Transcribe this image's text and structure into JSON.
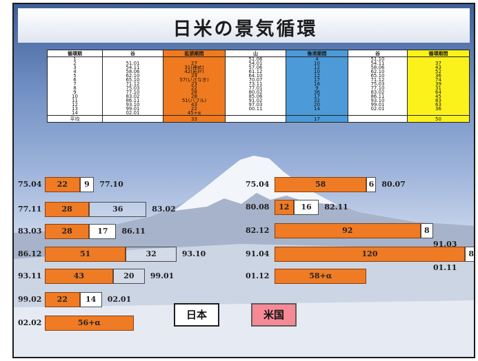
{
  "title": "日米の景気循環",
  "table": {
    "headers": [
      "循環期",
      "谷",
      "拡張期間",
      "山",
      "後退期間",
      "谷",
      "循環期間"
    ],
    "rows": [
      [
        "1",
        "",
        "",
        "51.06",
        "4",
        "51.10",
        ""
      ],
      [
        "2",
        "51.01",
        "27",
        "54.01",
        "10",
        "54.11",
        "37"
      ],
      [
        "3",
        "54.11",
        "31(神武)",
        "57.06",
        "12",
        "58.06",
        "43"
      ],
      [
        "4",
        "58.06",
        "42(岩戸)",
        "61.12",
        "10",
        "62.10",
        "52"
      ],
      [
        "5",
        "62.10",
        "24",
        "64.10",
        "12",
        "65.10",
        "36"
      ],
      [
        "6",
        "65.10",
        "57(いざなぎ)",
        "70.07",
        "17",
        "71.12",
        "74"
      ],
      [
        "7",
        "71.12",
        "23",
        "73.11",
        "16",
        "75.03",
        "39"
      ],
      [
        "8",
        "75.03",
        "22",
        "77.01",
        "9",
        "77.10",
        "31"
      ],
      [
        "9",
        "77.10",
        "28",
        "80.02",
        "36",
        "83.02",
        "64"
      ],
      [
        "10",
        "83.02",
        "28",
        "85.06",
        "17",
        "86.11",
        "45"
      ],
      [
        "11",
        "86.11",
        "51(バブル)",
        "91.02",
        "32",
        "93.10",
        "83"
      ],
      [
        "12",
        "93.10",
        "43",
        "97.03",
        "20",
        "99.01",
        "63"
      ],
      [
        "13",
        "99.01",
        "22",
        "00.11",
        "14",
        "02.01",
        "36"
      ],
      [
        "14",
        "02.01",
        "45+α",
        "",
        "",
        "",
        ""
      ]
    ],
    "average": [
      "平均",
      "",
      "33",
      "",
      "17",
      "",
      "50"
    ]
  },
  "japan": [
    {
      "start": "75.04",
      "expansion": "22",
      "contraction": "9",
      "end": "77.10"
    },
    {
      "start": "77.11",
      "expansion": "28",
      "contraction": "36",
      "end": "83.02"
    },
    {
      "start": "83.03",
      "expansion": "28",
      "contraction": "17",
      "end": "86.11"
    },
    {
      "start": "86.12",
      "expansion": "51",
      "contraction": "32",
      "end": "93.10"
    },
    {
      "start": "93.11",
      "expansion": "43",
      "contraction": "20",
      "end": "99.01"
    },
    {
      "start": "99.02",
      "expansion": "22",
      "contraction": "14",
      "end": "02.01"
    },
    {
      "start": "02.02",
      "expansion": "56+α",
      "contraction": "",
      "end": ""
    }
  ],
  "usa": [
    {
      "start": "75.04",
      "expansion": "58",
      "contraction": "6",
      "end": "80.07"
    },
    {
      "start": "80.08",
      "expansion": "12",
      "contraction": "16",
      "end": "82.11"
    },
    {
      "start": "82.12",
      "expansion": "92",
      "contraction": "8",
      "end": "91.03"
    },
    {
      "start": "91.04",
      "expansion": "120",
      "contraction": "8",
      "end": "01.11"
    },
    {
      "start": "01.12",
      "expansion": "58+α",
      "contraction": "",
      "end": ""
    }
  ],
  "legend": {
    "japan": "日本",
    "usa": "米国"
  },
  "colors": {
    "expansion": "#ef7b24",
    "table_orange": "#ef7a1f",
    "table_blue": "#4d9ad8",
    "table_yellow": "#fbf21c",
    "legend_pink": "#f58a96"
  }
}
